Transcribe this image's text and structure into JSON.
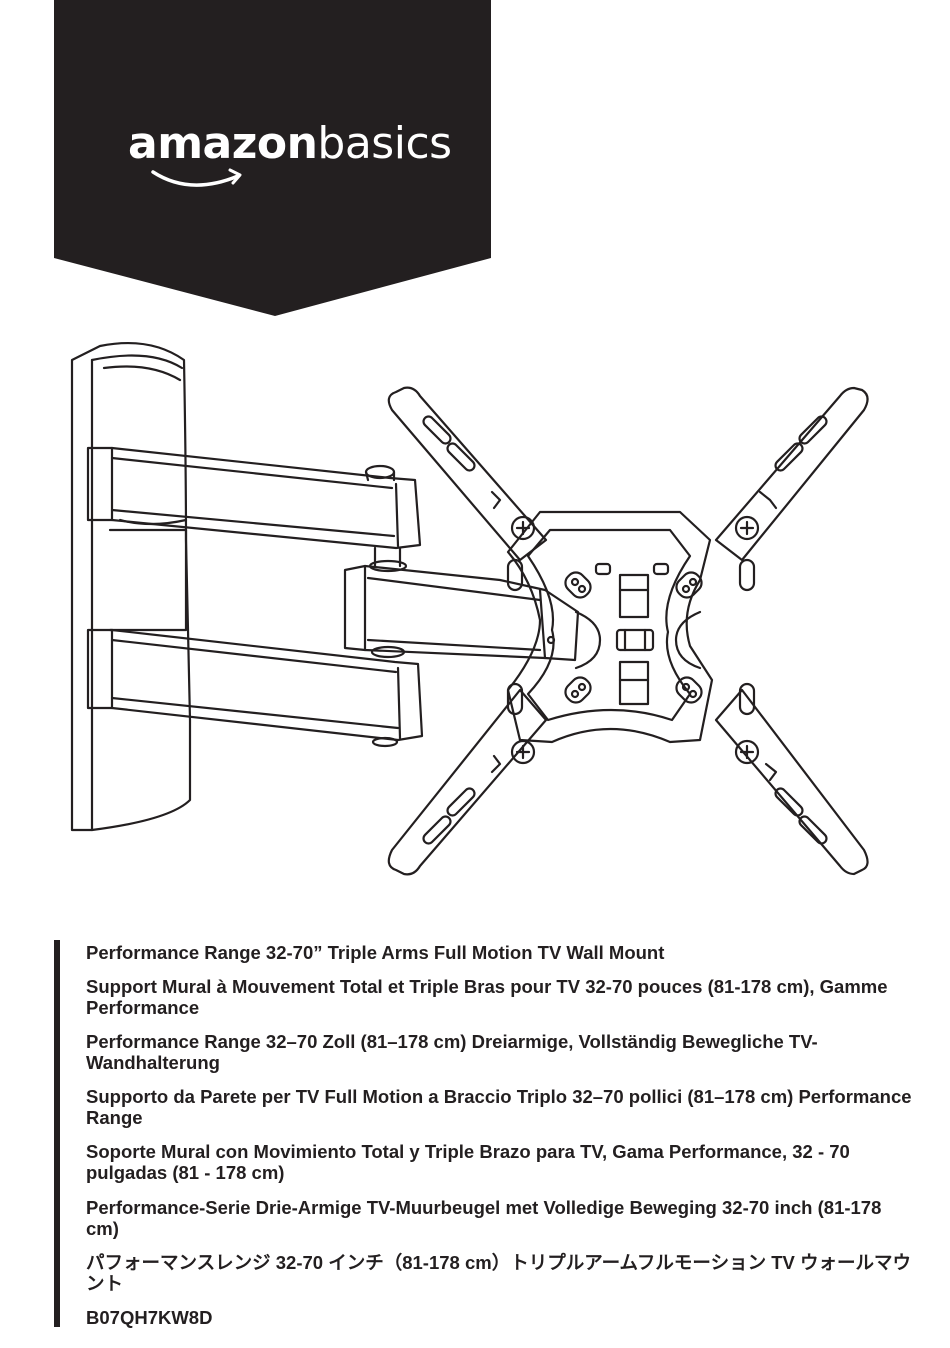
{
  "brand": {
    "logo_part1": "amazon",
    "logo_part2": "basics",
    "background_color": "#231f20",
    "text_color": "#ffffff"
  },
  "product_image": "tv-wall-mount-illustration",
  "titles": {
    "en": "Performance Range 32-70” Triple Arms Full Motion TV Wall Mount",
    "fr": "Support Mural à Mouvement Total et Triple Bras pour TV 32-70 pouces (81-178 cm), Gamme Performance",
    "de": "Performance Range 32–70 Zoll (81–178 cm) Dreiarmige, Vollständig Bewegliche TV-Wandhalterung",
    "it": "Supporto da Parete per TV Full Motion a Braccio Triplo 32–70 pollici (81–178 cm) Performance Range",
    "es": "Soporte Mural con Movimiento Total y Triple Brazo para TV, Gama Performance, 32 - 70 pulgadas (81 - 178 cm)",
    "nl": "Performance-Serie Drie-Armige TV-Muurbeugel met Volledige Beweging 32-70 inch (81-178 cm)",
    "ja": "パフォーマンスレンジ 32-70 インチ（81-178 cm）トリプルアームフルモーション TV ウォールマウント",
    "model": "B07QH7KW8D"
  }
}
